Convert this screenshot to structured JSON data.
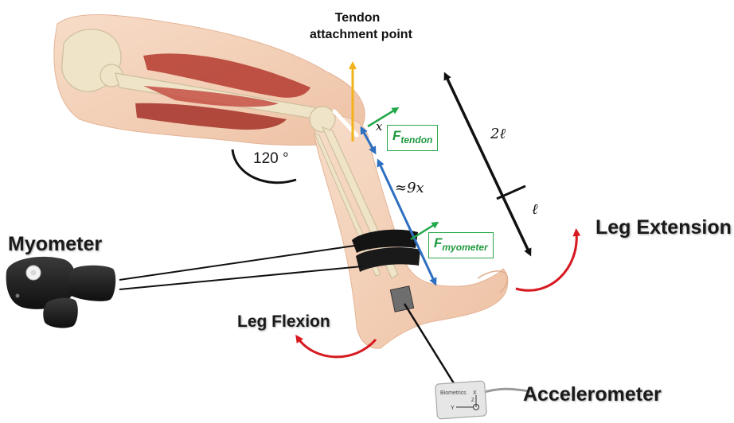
{
  "labels": {
    "myometer": "Myometer",
    "leg_extension": "Leg Extension",
    "leg_flexion": "Leg Flexion",
    "accelerometer": "Accelerometer",
    "tendon_line1": "Tendon",
    "tendon_line2": "attachment point",
    "angle": "120 °"
  },
  "forces": {
    "tendon_letter": "F",
    "tendon_sub": "tendon",
    "myometer_letter": "F",
    "myometer_sub": "myometer"
  },
  "math": {
    "x": "x",
    "nine_x": "≈9x",
    "two_l": "2ℓ",
    "l": "ℓ"
  },
  "device": {
    "brand_text": "Biometrics",
    "axis_x": "X",
    "axis_y": "Y",
    "axis_z": "Z"
  },
  "colors": {
    "tendon_arrow": "#f2b21b",
    "blue_arrow": "#2f6fc0",
    "green_arrow": "#22a84a",
    "red_arrow": "#d71920",
    "black": "#111111",
    "skin": "#f6d6c0",
    "bone": "#efe4c8",
    "muscle": "#b8453a"
  },
  "icons": [
    "myometer-device-icon",
    "accelerometer-device-icon"
  ]
}
